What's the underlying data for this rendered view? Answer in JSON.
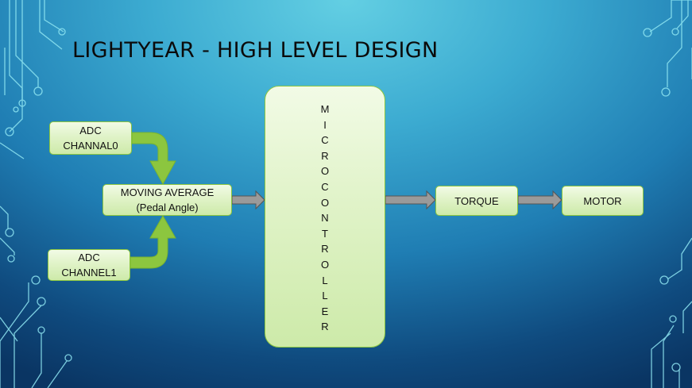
{
  "slide": {
    "title": "LIGHTYEAR - HIGH LEVEL DESIGN"
  },
  "blocks": {
    "adc0": {
      "line1": "ADC",
      "line2": "CHANNAL0"
    },
    "adc1": {
      "line1": "ADC",
      "line2": "CHANNEL1"
    },
    "moving_average": {
      "line1": "MOVING AVERAGE",
      "line2": "(Pedal Angle)"
    },
    "microcontroller": {
      "letters": [
        "M",
        "I",
        "C",
        "R",
        "O",
        "C",
        "O",
        "N",
        "T",
        "R",
        "O",
        "L",
        "L",
        "E",
        "R"
      ]
    },
    "torque": {
      "label": "TORQUE"
    },
    "motor": {
      "label": "MOTOR"
    }
  },
  "colors": {
    "box_border": "#8cc63f",
    "curved_arrow": "#8cc63f",
    "block_arrow_fill": "#9a9a9a",
    "circuit_lines": "#8fe6f2"
  }
}
